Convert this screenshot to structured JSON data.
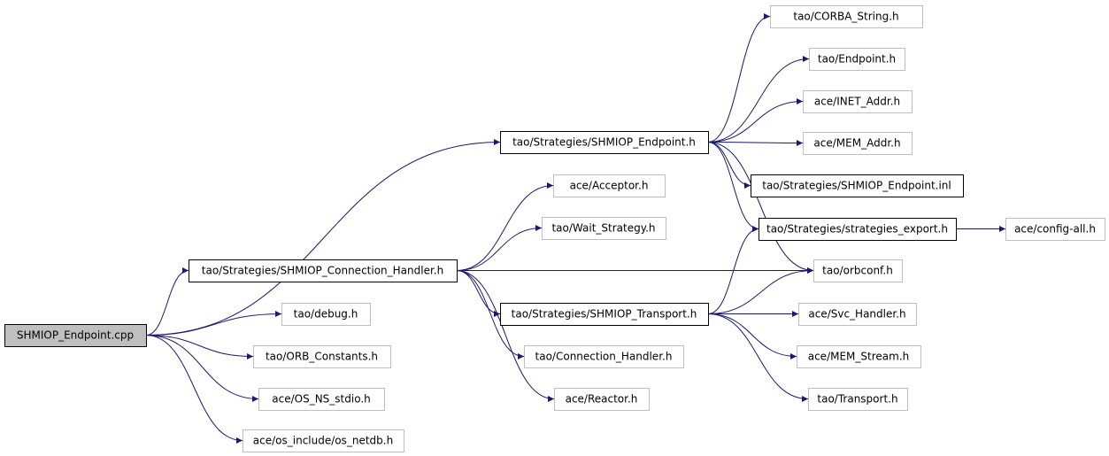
{
  "colors": {
    "edge": "#191970",
    "root_fill": "#bfbfbf",
    "documented_border": "#000000",
    "undocumented_border": "#bfbfbf",
    "text": "#000000"
  },
  "nodes": [
    {
      "id": "root",
      "label": "SHMIOP_Endpoint.cpp",
      "style": "root"
    },
    {
      "id": "shm_endpoint_h",
      "label": "tao/Strategies/SHMIOP_Endpoint.h",
      "style": "documented"
    },
    {
      "id": "corba_string",
      "label": "tao/CORBA_String.h",
      "style": "undocumented"
    },
    {
      "id": "endpoint_h",
      "label": "tao/Endpoint.h",
      "style": "undocumented"
    },
    {
      "id": "inet_addr",
      "label": "ace/INET_Addr.h",
      "style": "undocumented"
    },
    {
      "id": "mem_addr",
      "label": "ace/MEM_Addr.h",
      "style": "undocumented"
    },
    {
      "id": "shm_endpoint_inl",
      "label": "tao/Strategies/SHMIOP_Endpoint.inl",
      "style": "documented"
    },
    {
      "id": "strategies_export",
      "label": "tao/Strategies/strategies_export.h",
      "style": "documented"
    },
    {
      "id": "config_all",
      "label": "ace/config-all.h",
      "style": "undocumented"
    },
    {
      "id": "orbconf",
      "label": "tao/orbconf.h",
      "style": "undocumented"
    },
    {
      "id": "acceptor",
      "label": "ace/Acceptor.h",
      "style": "undocumented"
    },
    {
      "id": "wait_strategy",
      "label": "tao/Wait_Strategy.h",
      "style": "undocumented"
    },
    {
      "id": "conn_handler_h",
      "label": "tao/Strategies/SHMIOP_Connection_Handler.h",
      "style": "documented"
    },
    {
      "id": "transport_h",
      "label": "tao/Strategies/SHMIOP_Transport.h",
      "style": "documented"
    },
    {
      "id": "svc_handler",
      "label": "ace/Svc_Handler.h",
      "style": "undocumented"
    },
    {
      "id": "mem_stream",
      "label": "ace/MEM_Stream.h",
      "style": "undocumented"
    },
    {
      "id": "tao_transport",
      "label": "tao/Transport.h",
      "style": "undocumented"
    },
    {
      "id": "connection_handler",
      "label": "tao/Connection_Handler.h",
      "style": "undocumented"
    },
    {
      "id": "reactor",
      "label": "ace/Reactor.h",
      "style": "undocumented"
    },
    {
      "id": "debug",
      "label": "tao/debug.h",
      "style": "undocumented"
    },
    {
      "id": "orb_constants",
      "label": "tao/ORB_Constants.h",
      "style": "undocumented"
    },
    {
      "id": "os_ns_stdio",
      "label": "ace/OS_NS_stdio.h",
      "style": "undocumented"
    },
    {
      "id": "os_netdb",
      "label": "ace/os_include/os_netdb.h",
      "style": "undocumented"
    }
  ],
  "edges": [
    {
      "from": "root",
      "to": "shm_endpoint_h"
    },
    {
      "from": "root",
      "to": "conn_handler_h"
    },
    {
      "from": "root",
      "to": "debug"
    },
    {
      "from": "root",
      "to": "orb_constants"
    },
    {
      "from": "root",
      "to": "os_ns_stdio"
    },
    {
      "from": "root",
      "to": "os_netdb"
    },
    {
      "from": "shm_endpoint_h",
      "to": "corba_string"
    },
    {
      "from": "shm_endpoint_h",
      "to": "endpoint_h"
    },
    {
      "from": "shm_endpoint_h",
      "to": "inet_addr"
    },
    {
      "from": "shm_endpoint_h",
      "to": "mem_addr"
    },
    {
      "from": "shm_endpoint_h",
      "to": "shm_endpoint_inl"
    },
    {
      "from": "shm_endpoint_h",
      "to": "strategies_export"
    },
    {
      "from": "shm_endpoint_h",
      "to": "orbconf"
    },
    {
      "from": "strategies_export",
      "to": "config_all"
    },
    {
      "from": "conn_handler_h",
      "to": "acceptor"
    },
    {
      "from": "conn_handler_h",
      "to": "wait_strategy"
    },
    {
      "from": "conn_handler_h",
      "to": "orbconf"
    },
    {
      "from": "conn_handler_h",
      "to": "transport_h"
    },
    {
      "from": "conn_handler_h",
      "to": "connection_handler"
    },
    {
      "from": "conn_handler_h",
      "to": "reactor"
    },
    {
      "from": "transport_h",
      "to": "strategies_export"
    },
    {
      "from": "transport_h",
      "to": "orbconf"
    },
    {
      "from": "transport_h",
      "to": "svc_handler"
    },
    {
      "from": "transport_h",
      "to": "mem_stream"
    },
    {
      "from": "transport_h",
      "to": "tao_transport"
    }
  ]
}
